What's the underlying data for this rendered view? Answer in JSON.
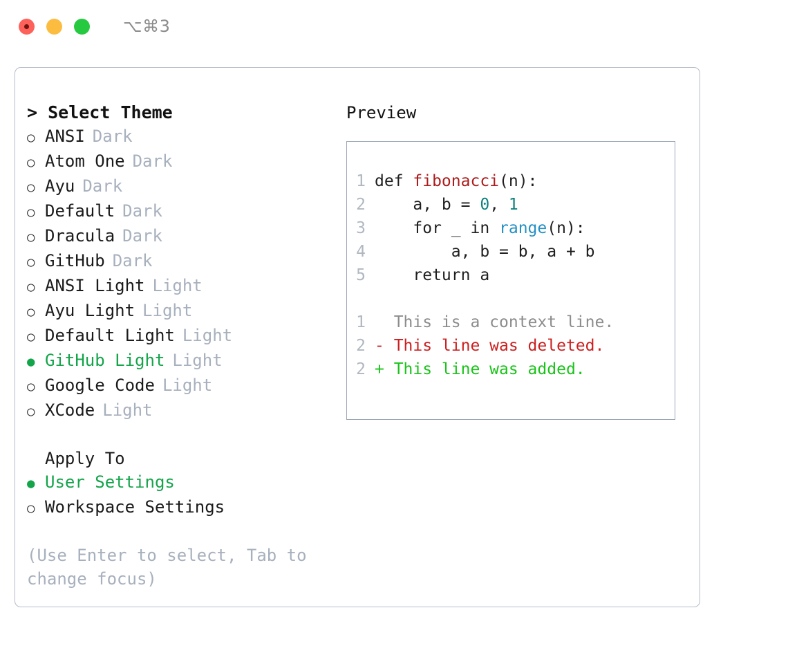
{
  "window": {
    "traffic_lights": [
      "close-dot",
      "minimize-dot",
      "maximize-dot"
    ],
    "shortcut": "⌥⌘3"
  },
  "theme_panel": {
    "heading": "> Select Theme",
    "items": [
      {
        "marker": "○",
        "label": "ANSI",
        "tag": "Dark",
        "selected": false
      },
      {
        "marker": "○",
        "label": "Atom One",
        "tag": "Dark",
        "selected": false
      },
      {
        "marker": "○",
        "label": "Ayu",
        "tag": "Dark",
        "selected": false
      },
      {
        "marker": "○",
        "label": "Default",
        "tag": "Dark",
        "selected": false
      },
      {
        "marker": "○",
        "label": "Dracula",
        "tag": "Dark",
        "selected": false
      },
      {
        "marker": "○",
        "label": "GitHub",
        "tag": "Dark",
        "selected": false
      },
      {
        "marker": "○",
        "label": "ANSI Light",
        "tag": "Light",
        "selected": false
      },
      {
        "marker": "○",
        "label": "Ayu Light",
        "tag": "Light",
        "selected": false
      },
      {
        "marker": "○",
        "label": "Default Light",
        "tag": "Light",
        "selected": false
      },
      {
        "marker": "●",
        "label": "GitHub Light",
        "tag": "Light",
        "selected": true
      },
      {
        "marker": "○",
        "label": "Google Code",
        "tag": "Light",
        "selected": false
      },
      {
        "marker": "○",
        "label": "XCode",
        "tag": "Light",
        "selected": false
      }
    ]
  },
  "apply_to": {
    "heading": "Apply To",
    "items": [
      {
        "marker": "●",
        "label": "User Settings",
        "selected": true
      },
      {
        "marker": "○",
        "label": "Workspace Settings",
        "selected": false
      }
    ]
  },
  "hint": "(Use Enter to select, Tab to change focus)",
  "preview": {
    "title": "Preview",
    "code_lines": [
      {
        "no": "1",
        "tokens": [
          {
            "t": "def ",
            "k": "plain"
          },
          {
            "t": "fibonacci",
            "k": "fn"
          },
          {
            "t": "(n):",
            "k": "plain"
          }
        ]
      },
      {
        "no": "2",
        "tokens": [
          {
            "t": "    a, b = ",
            "k": "plain"
          },
          {
            "t": "0",
            "k": "num"
          },
          {
            "t": ", ",
            "k": "plain"
          },
          {
            "t": "1",
            "k": "num"
          }
        ]
      },
      {
        "no": "3",
        "tokens": [
          {
            "t": "    for _ in ",
            "k": "plain"
          },
          {
            "t": "range",
            "k": "call"
          },
          {
            "t": "(n):",
            "k": "plain"
          }
        ]
      },
      {
        "no": "4",
        "tokens": [
          {
            "t": "        a, b = b, a + b",
            "k": "plain"
          }
        ]
      },
      {
        "no": "5",
        "tokens": [
          {
            "t": "    return a",
            "k": "plain"
          }
        ]
      }
    ],
    "diff_lines": [
      {
        "no": "1",
        "text": "  This is a context line.",
        "kind": "ctx"
      },
      {
        "no": "2",
        "text": "- This line was deleted.",
        "kind": "del"
      },
      {
        "no": "2",
        "text": "+ This line was added.",
        "kind": "add"
      }
    ]
  },
  "colors": {
    "accent_green": "#14a44a",
    "tag_gray": "#a7b0bd",
    "border": "#b4bcc8",
    "diff_delete": "#cc1f1f",
    "diff_add": "#18c418",
    "fn_red": "#ad1b1b",
    "num_teal": "#0f8080",
    "call_blue": "#2490c4"
  }
}
